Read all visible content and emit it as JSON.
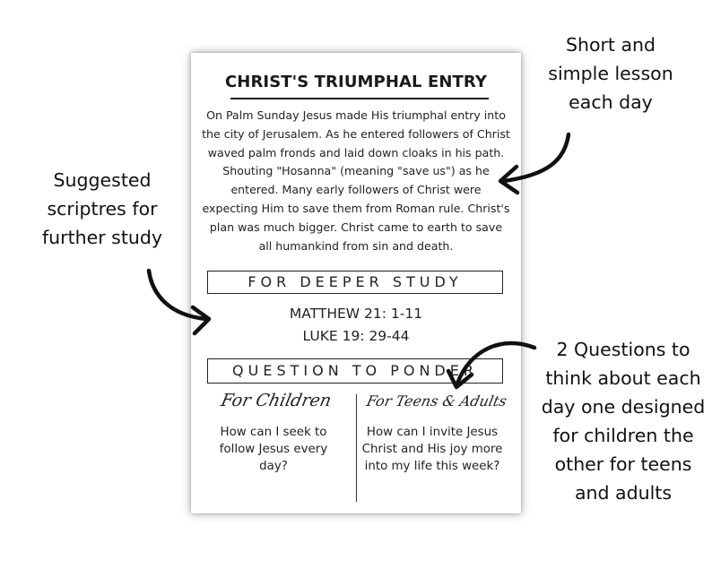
{
  "card": {
    "title": "CHRIST'S TRIUMPHAL ENTRY",
    "lesson": "On Palm Sunday Jesus made His triumphal entry into the city of Jerusalem. As he entered followers of Christ waved palm fronds and laid down cloaks in his path. Shouting \"Hosanna\" (meaning \"save us\") as he entered. Many early followers of Christ were expecting Him to save them from Roman rule. Christ's plan was much bigger. Christ came to earth to save all humankind from sin and death.",
    "deeper_study_heading": "FOR DEEPER STUDY",
    "verses": [
      "MATTHEW 21: 1-11",
      "LUKE 19: 29-44"
    ],
    "ponder_heading": "QUESTION TO PONDER",
    "children_heading": "For Children",
    "children_question": "How can I seek to follow Jesus every day?",
    "adults_heading": "For Teens & Adults",
    "adults_question": "How can I invite Jesus Christ and His joy more into my life this week?"
  },
  "annotations": {
    "top_right": "Short and simple lesson each day",
    "left": "Suggested scriptres for further study",
    "bottom_right": "2 Questions to think about each day one designed for children the other for teens and adults"
  }
}
